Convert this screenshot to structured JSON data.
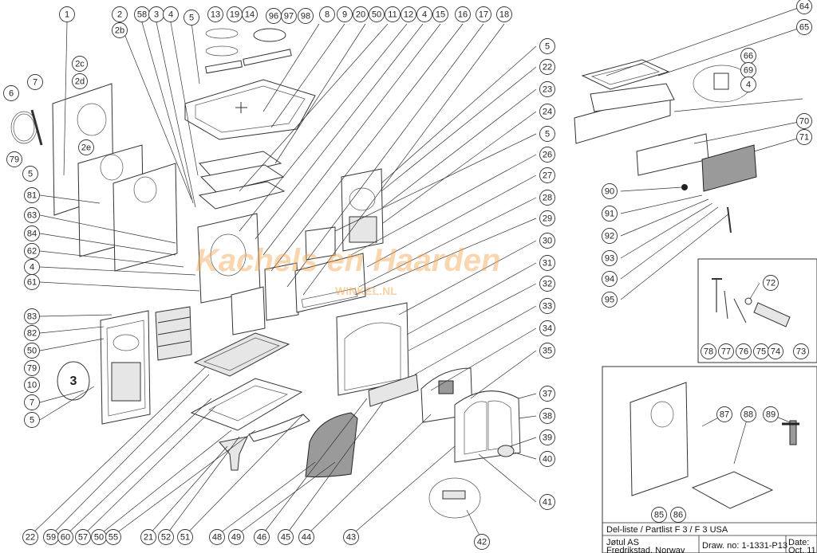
{
  "watermark": {
    "main": "Kachels en Haarden",
    "sub": "WINKEL.NL"
  },
  "title_block": {
    "partlist": "Del-liste  / Partlist F 3 / F 3 USA",
    "company_line1": "Jøtul AS",
    "company_line2": "Fredrikstad, Norway",
    "drawing_no": "Draw. no: 1-1331-P13",
    "date_label": "Date:",
    "date_value": "Oct. 11"
  },
  "callouts": {
    "top_left": [
      "1",
      "2",
      "2b",
      "58",
      "3",
      "4",
      "5",
      "13",
      "19",
      "14",
      "96",
      "97",
      "98",
      "8",
      "9",
      "20",
      "50",
      "11",
      "12",
      "4",
      "15",
      "16",
      "17",
      "18"
    ],
    "left_column": [
      "6",
      "7",
      "79",
      "5",
      "2c",
      "2d",
      "2e",
      "81",
      "63",
      "84",
      "62",
      "4",
      "61",
      "83",
      "82",
      "50",
      "79",
      "10",
      "7",
      "5"
    ],
    "right_column": [
      "5",
      "22",
      "23",
      "24",
      "5",
      "26",
      "27",
      "28",
      "29",
      "30",
      "31",
      "32",
      "33",
      "34",
      "35",
      "37",
      "38",
      "39",
      "40",
      "41"
    ],
    "bottom_row": [
      "22",
      "59",
      "60",
      "57",
      "50",
      "55",
      "21",
      "52",
      "51",
      "48",
      "49",
      "46",
      "45",
      "44",
      "43",
      "42"
    ],
    "upper_right": [
      "64",
      "65",
      "66",
      "69",
      "4",
      "70",
      "71",
      "90",
      "91",
      "92",
      "93",
      "94",
      "95"
    ],
    "inset_tools": [
      "72",
      "78",
      "77",
      "76",
      "75",
      "74",
      "73"
    ],
    "inset_panel": [
      "87",
      "88",
      "89",
      "85",
      "86"
    ]
  }
}
